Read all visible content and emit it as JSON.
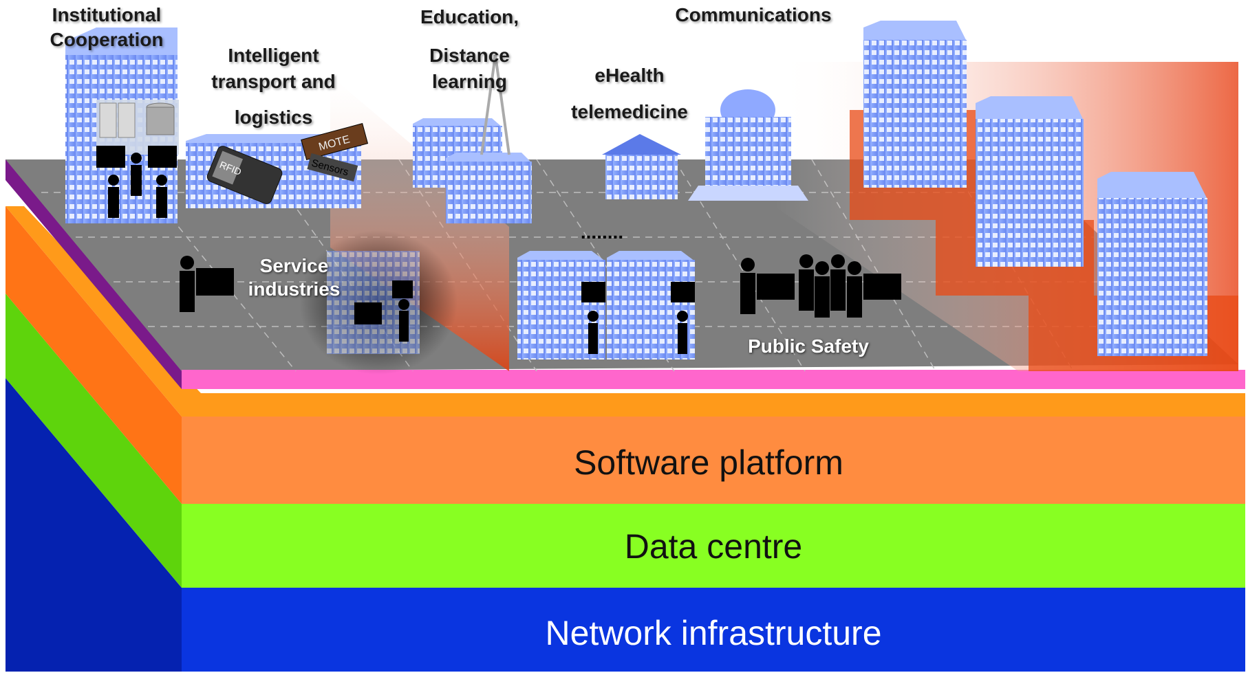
{
  "labels": {
    "institutional": [
      "Institutional",
      "Cooperation"
    ],
    "transport": [
      "Intelligent",
      "transport  and",
      "logistics"
    ],
    "education": [
      "Education,",
      "Distance",
      "learning"
    ],
    "communications": "Communications",
    "ehealth": [
      "eHealth",
      "telemedicine"
    ],
    "service": [
      "Service",
      "industries"
    ],
    "ellipsis": "........",
    "public_safety": "Public Safety",
    "mote": "MOTE",
    "rfid": "RFID",
    "sensors": "Sensors"
  },
  "layers": [
    {
      "label": "Software platform",
      "color": "#ff8c3c",
      "side": "#ff7a1a"
    },
    {
      "label": "Data centre",
      "color": "#88ff22",
      "side": "#66dd11"
    },
    {
      "label": "Network infrastructure",
      "color": "#0a35e0",
      "side": "#0522b0"
    }
  ],
  "colors": {
    "floor": "#7e7e7e",
    "city_edge": "#ff66cc",
    "city_side": "#7a1a8a",
    "building_blue": "#7b9cff",
    "red_beam": "#e8451a"
  }
}
